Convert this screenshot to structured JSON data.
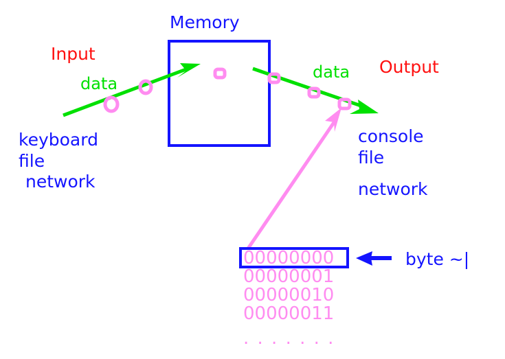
{
  "diagram": {
    "title_label": "Memory",
    "input_label": "Input",
    "output_label": "Output",
    "data_in_label": "data",
    "data_out_label": "data",
    "byte_annotation": "byte ~|",
    "input_sources": [
      "keyboard",
      "file",
      "network"
    ],
    "output_targets": [
      "console",
      "file",
      "network"
    ],
    "byte_values": [
      "00000000",
      "00000001",
      "00000010",
      "00000011"
    ],
    "ellipsis": ". . . . . . .",
    "colors": {
      "blue": "#1414ff",
      "red": "#ff1010",
      "green": "#00e000",
      "pink": "#ff8cf0",
      "background": "#ffffff"
    }
  }
}
